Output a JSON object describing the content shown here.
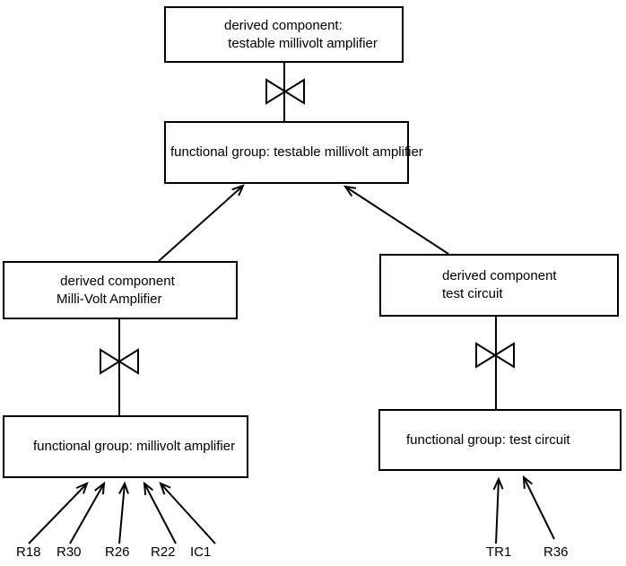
{
  "diagram": {
    "colors": {
      "background": "#ffffff",
      "line": "#000000",
      "text": "#000000"
    },
    "nodes": {
      "top_derived": {
        "line1": "derived component:",
        "line2": " testable millivolt amplifier"
      },
      "top_functional": {
        "line1": "functional group: testable millivolt amplifier"
      },
      "left_derived": {
        "line1": " derived component",
        "line2": "Milli-Volt Amplifier"
      },
      "right_derived": {
        "line1": "derived component",
        "line2": "test circuit"
      },
      "left_functional": {
        "line1": "functional group: millivolt amplifier"
      },
      "right_functional": {
        "line1": "functional group: test circuit"
      }
    },
    "components": {
      "left": [
        "R18",
        "R30",
        "R26",
        "R22",
        "IC1"
      ],
      "right": [
        "TR1",
        "R36"
      ]
    },
    "icons": {
      "decomposition": "bowtie-icon",
      "containment": "open-arrow-icon"
    }
  }
}
